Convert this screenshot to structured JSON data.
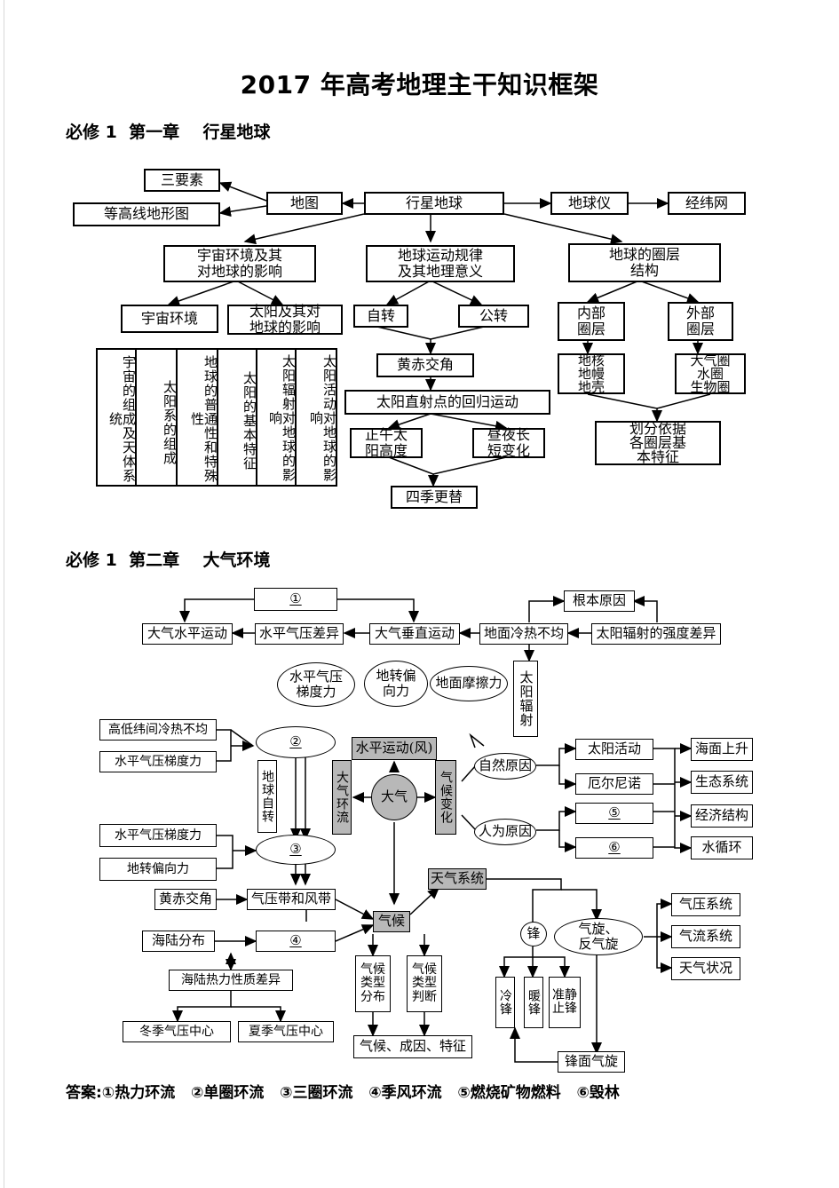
{
  "title": "2017 年高考地理主干知识框架",
  "section1": {
    "heading": "必修 1  第一章    行星地球",
    "nodes": {
      "sanyaosu": "三要素",
      "denggaoxian": "等高线地形图",
      "ditu": "地图",
      "xingxing": "行星地球",
      "diqiuyi": "地球仪",
      "jingwei": "经纬网",
      "yuzhou_env": "宇宙环境及其\n对地球的影响",
      "yundong": "地球运动规律\n及其地理意义",
      "quanceng": "地球的圈层\n结构",
      "yuzhou": "宇宙环境",
      "taiyang_yx": "太阳及其对\n地球的影响",
      "zizhuan": "自转",
      "gongzhuan": "公转",
      "neibu": "内部\n圈层",
      "waibu": "外部\n圈层",
      "col1": "宇宙的组成及天体系统",
      "col2": "太阳系的组成",
      "col3": "地球的普通性和特殊性",
      "col4": "太阳的基本特征",
      "col5": "太阳辐射对地球的影响",
      "col6": "太阳活动对地球的影响",
      "huangchi": "黄赤交角",
      "zhishe": "太阳直射点的回归运动",
      "zhengwu": "正午太\n阳高度",
      "zhouye": "昼夜长\n短变化",
      "siji": "四季更替",
      "dihe": "地核\n地幔\n地壳",
      "daqiquan": "大气圈\n水圈\n生物圈",
      "huafen": "划分依据\n各圈层基\n本特征"
    }
  },
  "section2": {
    "heading": "必修 1  第二章    大气环境",
    "nodes": {
      "blank1": "①",
      "genben": "根本原因",
      "spyd": "大气水平运动",
      "spqy": "水平气压差异",
      "czyd": "大气垂直运动",
      "lengre": "地面冷热不均",
      "fushe_cha": "太阳辐射的强度差异",
      "tidu_o": "水平气压\n梯度力",
      "pianxiang_o": "地转偏\n向力",
      "mocha_o": "地面摩擦力",
      "taiyang_fs": "太阳辐射",
      "gaodi": "高低纬间冷热不均",
      "tidu1": "水平气压梯度力",
      "blank2": "②",
      "spfeng": "水平运动(风)",
      "diqiu_zz": "地球自转",
      "dqhl": "大气环流",
      "daqi": "大气",
      "qhbh": "气候变化",
      "ziran": "自然原因",
      "renwei": "人为原因",
      "tyhd": "太阳活动",
      "eln": "厄尔尼诺",
      "blank5": "⑤",
      "blank6": "⑥",
      "hmss": "海面上升",
      "stxt": "生态系统",
      "jjjg": "经济结构",
      "sxh": "水循环",
      "tidu2": "水平气压梯度力",
      "blank3": "③",
      "pianxiang2": "地转偏向力",
      "tqxt": "天气系统",
      "huangchi2": "黄赤交角",
      "qyd": "气压带和风带",
      "hlfb": "海陆分布",
      "blank4": "④",
      "qihou": "气候",
      "feng": "锋",
      "qixuan": "气旋、\n反气旋",
      "qyxt": "气压系统",
      "qlxt": "气流系统",
      "tqzk": "天气状况",
      "hlrl": "海陆热力性质差异",
      "qhlx_fb": "气候\n类型\n分布",
      "qhlx_pd": "气候\n类型\n判断",
      "lengfeng": "冷锋",
      "nuanfeng": "暖锋",
      "zhunjing": "准静止锋",
      "dongji": "冬季气压中心",
      "xiaji": "夏季气压中心",
      "qhcy": "气候、成因、特征",
      "fmqx": "锋面气旋"
    },
    "answer": "答案:①热力环流   ②单圈环流   ③三圈环流   ④季风环流   ⑤燃烧矿物燃料   ⑥毁林"
  }
}
